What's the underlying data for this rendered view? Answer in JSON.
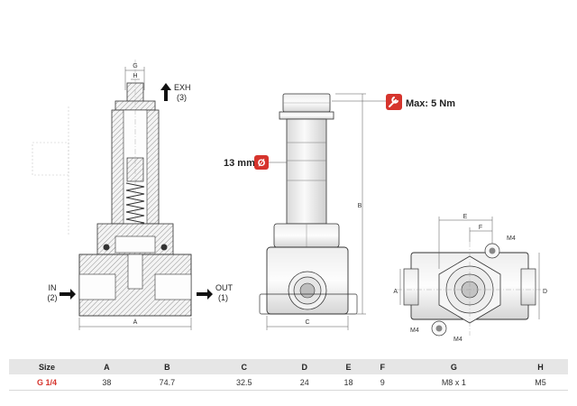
{
  "section_view": {
    "port_in": "IN",
    "port_in_num": "(2)",
    "port_out": "OUT",
    "port_out_num": "(1)",
    "port_exh": "EXH",
    "port_exh_num": "(3)",
    "dim_g": "G",
    "dim_h": "H",
    "dim_a": "A"
  },
  "side_view": {
    "torque": "Max: 5 Nm",
    "wrench_size": "13 mm",
    "diameter_symbol": "Ø",
    "dim_b": "B",
    "dim_c": "C",
    "accent": "#d6342d"
  },
  "bottom_view": {
    "dim_e": "E",
    "dim_f": "F",
    "dim_a": "A",
    "dim_d": "D",
    "hole_label_1": "M4",
    "hole_label_2": "M4",
    "hole_label_3": "M4"
  },
  "table": {
    "headers": [
      "Size",
      "A",
      "B",
      "C",
      "D",
      "E",
      "F",
      "G",
      "H"
    ],
    "row": [
      "G 1/4",
      "38",
      "74.7",
      "32.5",
      "24",
      "18",
      "9",
      "M8 x 1",
      "M5"
    ]
  }
}
